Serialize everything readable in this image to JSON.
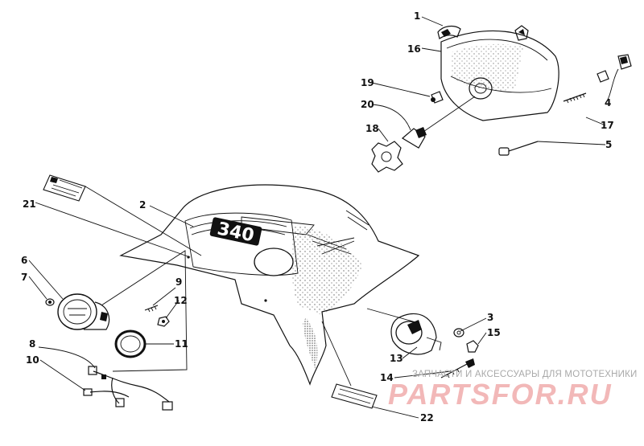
{
  "callouts": [
    {
      "id": "1",
      "text": "1"
    },
    {
      "id": "2",
      "text": "2"
    },
    {
      "id": "3",
      "text": "3"
    },
    {
      "id": "4",
      "text": "4"
    },
    {
      "id": "5",
      "text": "5"
    },
    {
      "id": "6",
      "text": "6"
    },
    {
      "id": "7",
      "text": "7"
    },
    {
      "id": "8",
      "text": "8"
    },
    {
      "id": "9",
      "text": "9"
    },
    {
      "id": "10",
      "text": "10"
    },
    {
      "id": "11",
      "text": "11"
    },
    {
      "id": "12",
      "text": "12"
    },
    {
      "id": "13",
      "text": "13"
    },
    {
      "id": "14",
      "text": "14"
    },
    {
      "id": "15",
      "text": "15"
    },
    {
      "id": "16",
      "text": "16"
    },
    {
      "id": "17",
      "text": "17"
    },
    {
      "id": "18",
      "text": "18"
    },
    {
      "id": "19",
      "text": "19"
    },
    {
      "id": "20",
      "text": "20"
    },
    {
      "id": "21",
      "text": "21"
    },
    {
      "id": "22",
      "text": "22"
    }
  ],
  "hood": {
    "model_badge": "340"
  },
  "watermark": {
    "tagline": "ЗАПЧАСТИ И АКСЕССУАРЫ ДЛЯ МОТОТЕХНИКИ",
    "brand": "PARTSFOR.RU",
    "brand_color": "#f2b8b8",
    "tagline_color": "#a9a9a9"
  }
}
